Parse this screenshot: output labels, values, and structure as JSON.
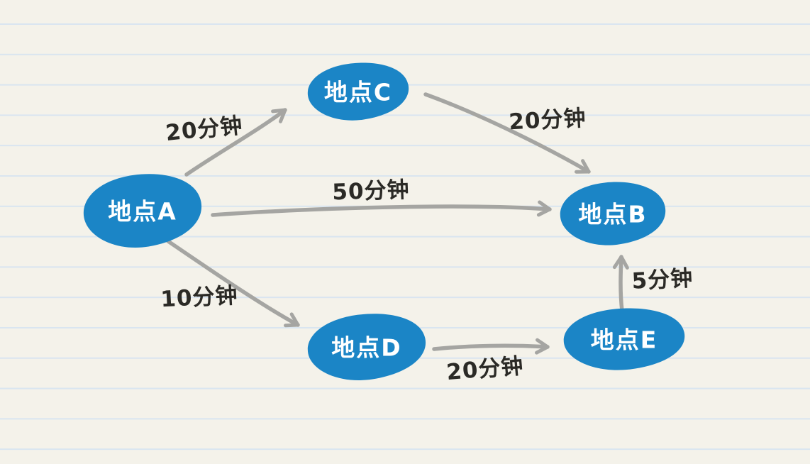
{
  "diagram": {
    "title": "hand-drawn route diagram between locations with travel times",
    "nodes": {
      "a": {
        "label": "地点A"
      },
      "b": {
        "label": "地点B"
      },
      "c": {
        "label": "地点C"
      },
      "d": {
        "label": "地点D"
      },
      "e": {
        "label": "地点E"
      }
    },
    "edges": {
      "a_c": {
        "from": "地点A",
        "to": "地点C",
        "label": "20分钟"
      },
      "c_b": {
        "from": "地点C",
        "to": "地点B",
        "label": "20分钟"
      },
      "a_b": {
        "from": "地点A",
        "to": "地点B",
        "label": "50分钟"
      },
      "a_d": {
        "from": "地点A",
        "to": "地点D",
        "label": "10分钟"
      },
      "d_e": {
        "from": "地点D",
        "to": "地点E",
        "label": "20分钟"
      },
      "e_b": {
        "from": "地点E",
        "to": "地点B",
        "label": "5分钟"
      }
    },
    "colors": {
      "background": "#f4f2ea",
      "ruled_line": "#d9e5f0",
      "node_fill": "#1b85c6",
      "node_text": "#ffffff",
      "arrow": "#a5a5a2",
      "edge_label_text": "#2b2a26"
    }
  }
}
